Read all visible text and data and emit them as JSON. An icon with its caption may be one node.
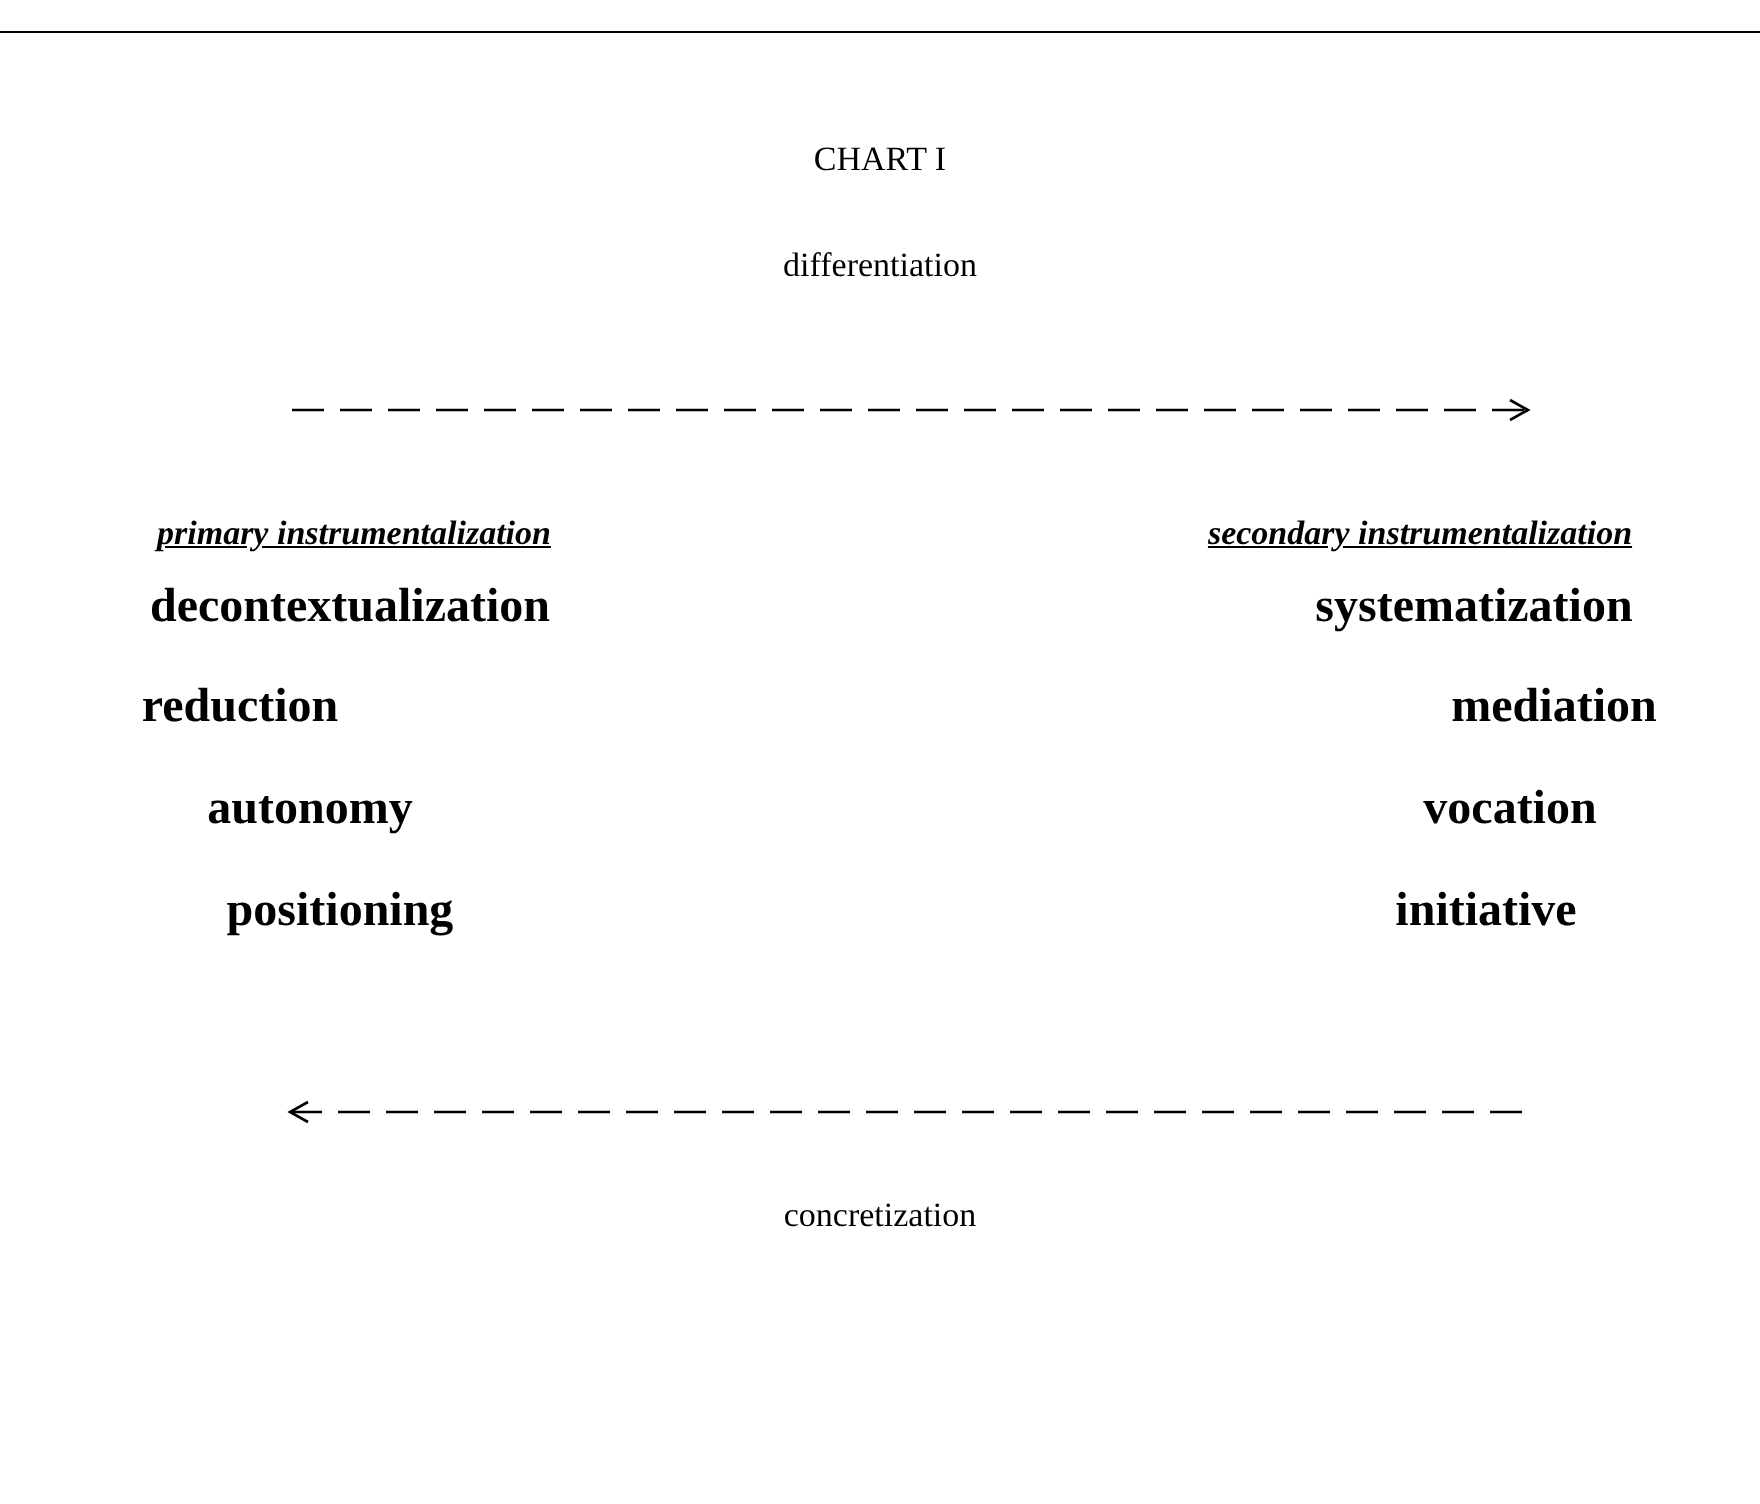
{
  "diagram": {
    "title": "CHART I",
    "labels": [
      "differentiation",
      "primary instrumentalization",
      "secondary instrumentalization",
      "decontextualization",
      "systematization",
      "reduction",
      "mediation",
      "autonomy",
      "vocation",
      "positioning",
      "initiative",
      "concretization"
    ]
  }
}
